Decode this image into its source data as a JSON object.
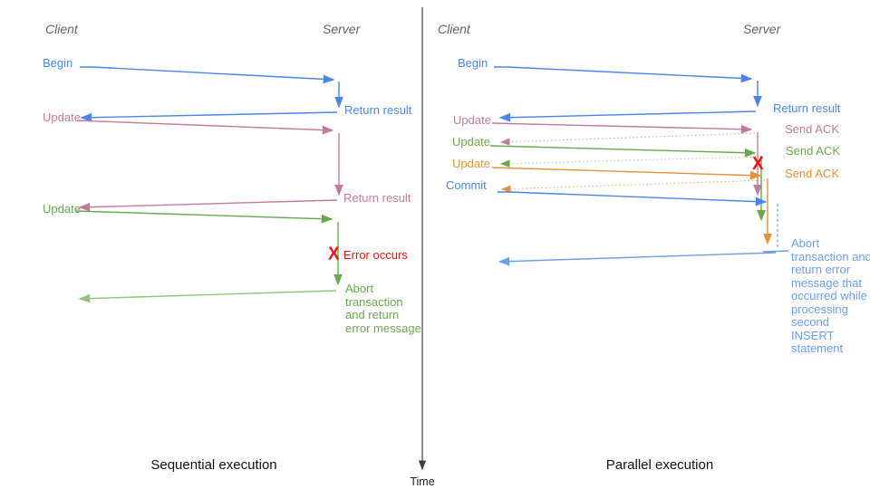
{
  "colors": {
    "blue": "#4a86e8",
    "light_blue": "#6d9eeb",
    "pink": "#c27ba0",
    "light_pink": "#d5a6bd",
    "green": "#6aa84f",
    "light_green": "#93c47d",
    "orange": "#e69138",
    "light_orange": "#f6b26b",
    "red": "#ee1111",
    "header_gray": "#5f6368",
    "axis_dark": "#3c4043"
  },
  "time_axis": {
    "label": "Time"
  },
  "left_panel": {
    "title": "Sequential execution",
    "client_header": "Client",
    "server_header": "Server",
    "client_messages": {
      "begin": "Begin",
      "update1": "Update",
      "update2": "Update"
    },
    "server_messages": {
      "return1": "Return result",
      "return2": "Return result",
      "error_mark": "X",
      "error": "Error occurs",
      "abort": "Abort transaction and return error message"
    }
  },
  "right_panel": {
    "title": "Parallel execution",
    "client_header": "Client",
    "server_header": "Server",
    "client_messages": {
      "begin": "Begin",
      "update1": "Update",
      "update2": "Update",
      "update3": "Update",
      "commit": "Commit"
    },
    "server_messages": {
      "return1": "Return result",
      "ack1": "Send ACK",
      "ack2": "Send ACK",
      "ack3": "Send ACK",
      "error_mark": "X",
      "abort": "Abort transaction and return error message that occurred while processing second INSERT statement"
    }
  }
}
